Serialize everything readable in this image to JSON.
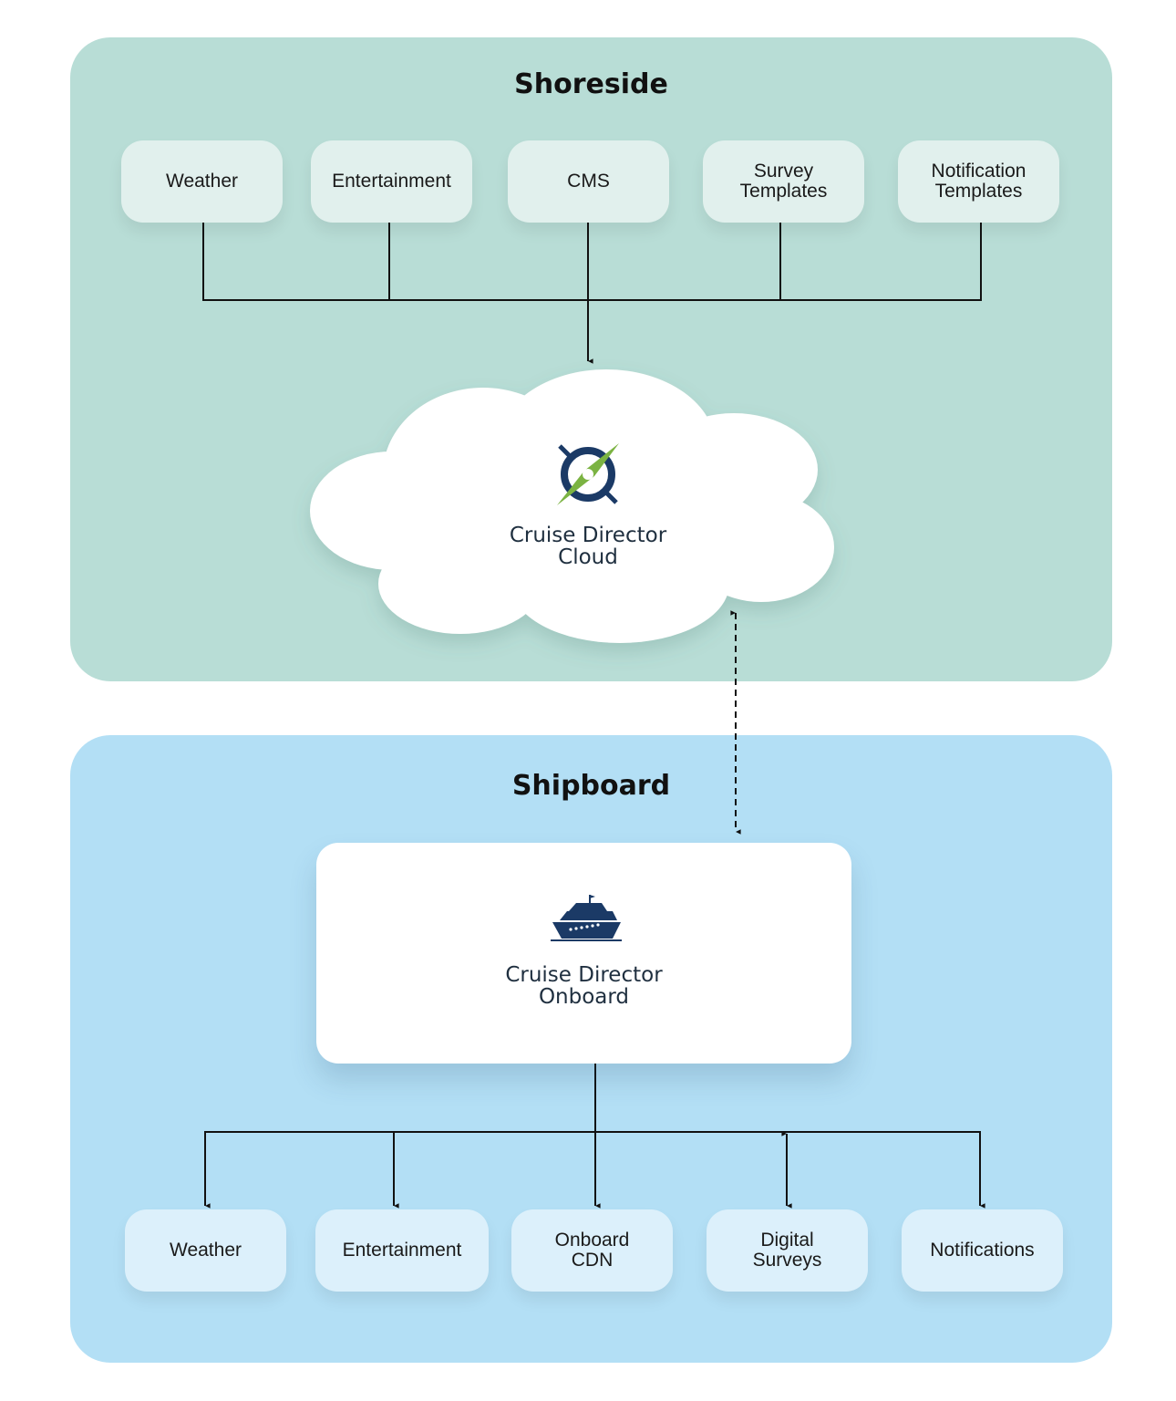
{
  "shoreside": {
    "title": "Shoreside",
    "sources": [
      {
        "label": "Weather"
      },
      {
        "label": "Entertainment"
      },
      {
        "label": "CMS"
      },
      {
        "label": "Survey\nTemplates"
      },
      {
        "label": "Notification\nTemplates"
      }
    ],
    "cloud": {
      "label": "Cruise Director\nCloud",
      "icon": "compass-logo-icon"
    }
  },
  "shipboard": {
    "title": "Shipboard",
    "hub": {
      "label": "Cruise Director\nOnboard",
      "icon": "cruise-ship-icon"
    },
    "outputs": [
      {
        "label": "Weather"
      },
      {
        "label": "Entertainment"
      },
      {
        "label": "Onboard\nCDN"
      },
      {
        "label": "Digital\nSurveys"
      },
      {
        "label": "Notifications"
      }
    ]
  },
  "colors": {
    "shoreside_bg": "#b8ddd6",
    "shipboard_bg": "#b3dff5",
    "logo_navy": "#1b3a66",
    "logo_green": "#7bb342"
  }
}
